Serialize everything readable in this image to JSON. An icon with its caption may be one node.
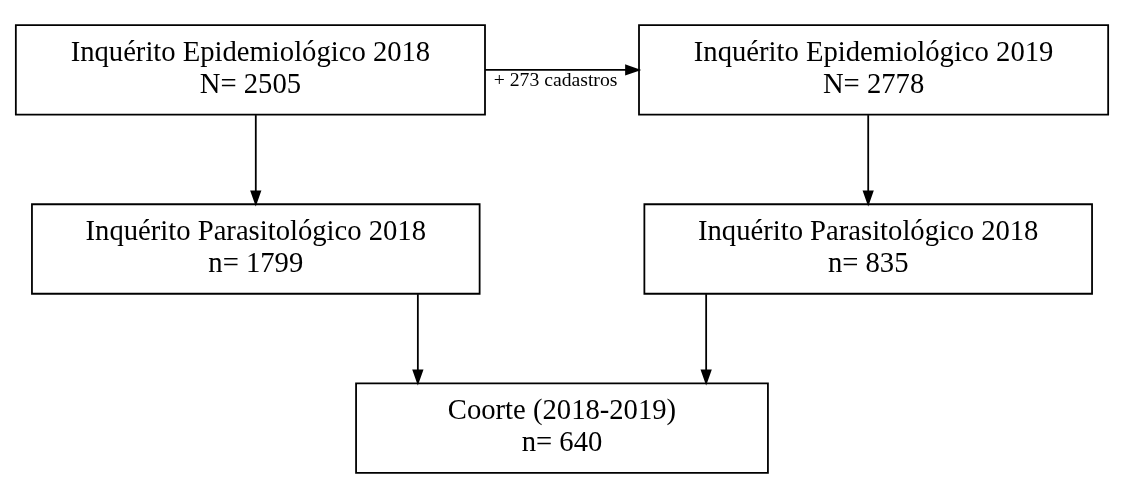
{
  "diagram": {
    "nodes": [
      {
        "text": [
          "Inquérito Epidemiológico 2018",
          "N= 2505"
        ]
      },
      {
        "text": [
          "Inquérito Epidemiológico 2019",
          "N= 2778"
        ]
      },
      {
        "text": [
          "Inquérito Parasitológico 2018",
          "n= 1799"
        ]
      },
      {
        "text": [
          "Inquérito Parasitológico 2018",
          "n= 835"
        ]
      },
      {
        "text": [
          "Coorte (2018-2019)",
          "n= 640"
        ]
      }
    ],
    "edges": [
      {
        "from": 0,
        "to": 1,
        "arrow": "to",
        "label": "+ 273 cadastros"
      },
      {
        "from": 0,
        "to": 2,
        "arrow": "to"
      },
      {
        "from": 1,
        "to": 3,
        "arrow": "to"
      },
      {
        "from": 2,
        "to": 4,
        "arrow": "to"
      },
      {
        "from": 3,
        "to": 4,
        "arrow": "to"
      }
    ]
  }
}
